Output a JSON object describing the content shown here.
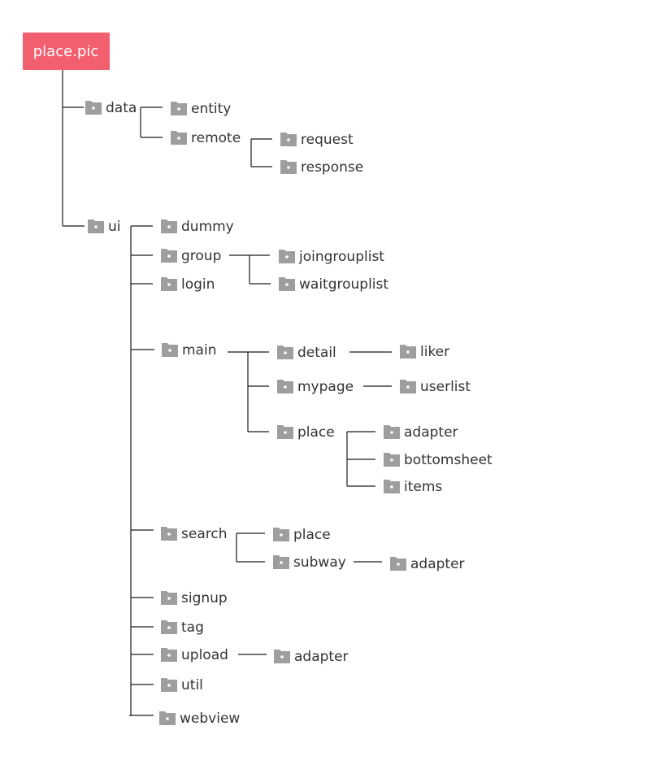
{
  "colors": {
    "root_bg": "#f25f6f",
    "root_text": "#ffffff",
    "folder_icon": "#9e9e9e",
    "line": "#1a1a1a",
    "text": "#333333"
  },
  "root": {
    "label": "place.pic"
  },
  "folders": [
    {
      "id": "data",
      "label": "data",
      "parent": "root"
    },
    {
      "id": "entity",
      "label": "entity",
      "parent": "data"
    },
    {
      "id": "remote",
      "label": "remote",
      "parent": "data"
    },
    {
      "id": "request",
      "label": "request",
      "parent": "remote"
    },
    {
      "id": "response",
      "label": "response",
      "parent": "remote"
    },
    {
      "id": "ui",
      "label": "ui",
      "parent": "root"
    },
    {
      "id": "dummy",
      "label": "dummy",
      "parent": "ui"
    },
    {
      "id": "group",
      "label": "group",
      "parent": "ui"
    },
    {
      "id": "joingrouplist",
      "label": "joingrouplist",
      "parent": "group"
    },
    {
      "id": "waitgrouplist",
      "label": "waitgrouplist",
      "parent": "group"
    },
    {
      "id": "login",
      "label": "login",
      "parent": "ui"
    },
    {
      "id": "main",
      "label": "main",
      "parent": "ui"
    },
    {
      "id": "detail",
      "label": "detail",
      "parent": "main"
    },
    {
      "id": "liker",
      "label": "liker",
      "parent": "detail"
    },
    {
      "id": "mypage",
      "label": "mypage",
      "parent": "main"
    },
    {
      "id": "userlist",
      "label": "userlist",
      "parent": "mypage"
    },
    {
      "id": "place-main",
      "label": "place",
      "parent": "main"
    },
    {
      "id": "adapter-place",
      "label": "adapter",
      "parent": "place-main"
    },
    {
      "id": "bottomsheet",
      "label": "bottomsheet",
      "parent": "place-main"
    },
    {
      "id": "items",
      "label": "items",
      "parent": "place-main"
    },
    {
      "id": "search",
      "label": "search",
      "parent": "ui"
    },
    {
      "id": "place-search",
      "label": "place",
      "parent": "search"
    },
    {
      "id": "subway",
      "label": "subway",
      "parent": "search"
    },
    {
      "id": "adapter-subway",
      "label": "adapter",
      "parent": "subway"
    },
    {
      "id": "signup",
      "label": "signup",
      "parent": "ui"
    },
    {
      "id": "tag",
      "label": "tag",
      "parent": "ui"
    },
    {
      "id": "upload",
      "label": "upload",
      "parent": "ui"
    },
    {
      "id": "adapter-upload",
      "label": "adapter",
      "parent": "upload"
    },
    {
      "id": "util",
      "label": "util",
      "parent": "ui"
    },
    {
      "id": "webview",
      "label": "webview",
      "parent": "ui"
    }
  ]
}
